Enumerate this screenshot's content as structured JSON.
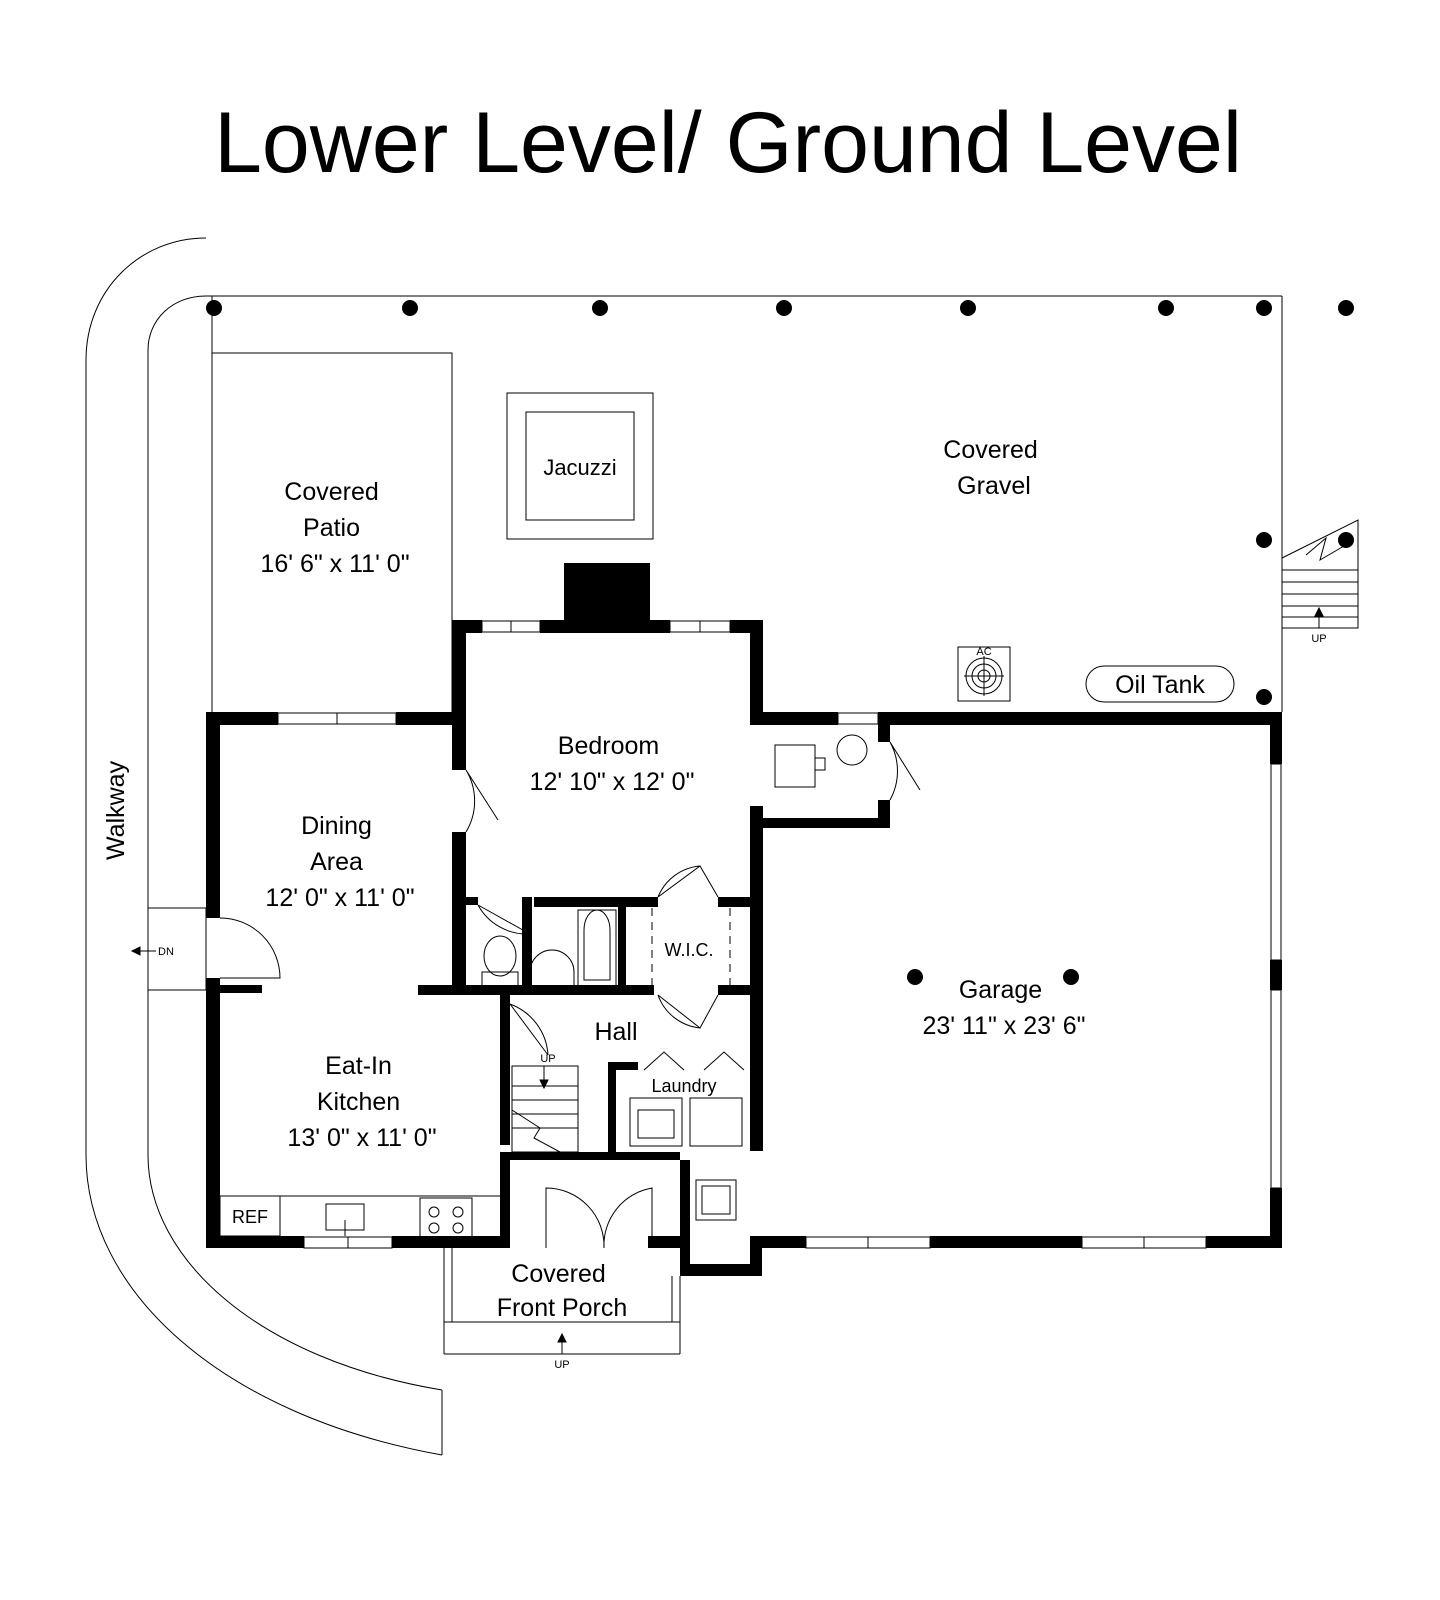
{
  "title": "Lower Level/ Ground Level",
  "rooms": {
    "covered_patio": {
      "l1": "Covered",
      "l2": "Patio",
      "dim": "16' 6\" x 11' 0\""
    },
    "jacuzzi": "Jacuzzi",
    "covered_gravel": {
      "l1": "Covered",
      "l2": "Gravel"
    },
    "bedroom": {
      "l1": "Bedroom",
      "dim": "12' 10\" x 12' 0\""
    },
    "dining_area": {
      "l1": "Dining",
      "l2": "Area",
      "dim": "12' 0\" x 11' 0\""
    },
    "eat_in_kitchen": {
      "l1": "Eat-In",
      "l2": "Kitchen",
      "dim": "13' 0\" x 11' 0\""
    },
    "garage": {
      "l1": "Garage",
      "dim": "23' 11\" x 23' 6\""
    },
    "hall": "Hall",
    "wic": "W.I.C.",
    "laundry": "Laundry",
    "covered_front_porch": {
      "l1": "Covered",
      "l2": "Front Porch"
    },
    "walkway": "Walkway"
  },
  "labels": {
    "oil_tank": "Oil Tank",
    "ac": "AC",
    "ref": "REF",
    "up": "UP",
    "dn": "DN"
  }
}
